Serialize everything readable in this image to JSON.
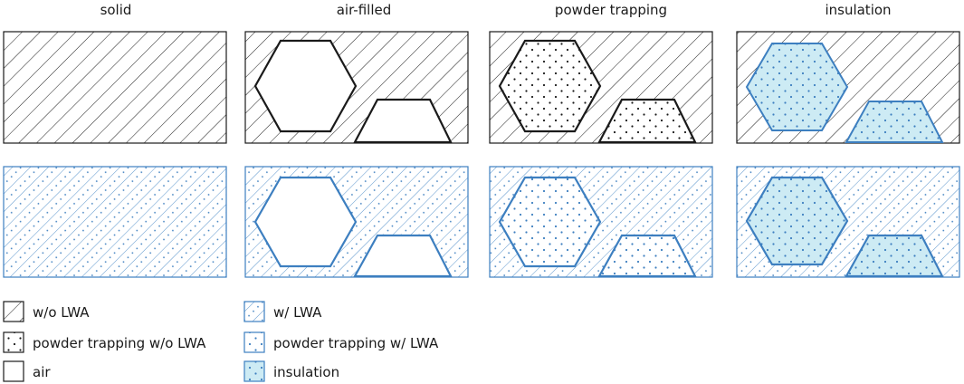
{
  "columns": [
    {
      "title": "solid"
    },
    {
      "title": "air-filled"
    },
    {
      "title": "powder trapping"
    },
    {
      "title": "insulation"
    }
  ],
  "legend": [
    {
      "label": "w/o LWA",
      "pattern": "hatch-black"
    },
    {
      "label": "powder trapping w/o LWA",
      "pattern": "dots-black"
    },
    {
      "label": "air",
      "pattern": "air-black"
    },
    {
      "label": "w/ LWA",
      "pattern": "hatch-blue"
    },
    {
      "label": "powder trapping w/ LWA",
      "pattern": "dots-blue"
    },
    {
      "label": "insulation",
      "pattern": "insulation-blue"
    }
  ],
  "colors": {
    "black_stroke": "#1a1a1a",
    "blue_stroke": "#3d7fc0",
    "blue_hatch": "#5b95cc",
    "insulation_fill": "#cdebf4",
    "background": "#ffffff"
  }
}
